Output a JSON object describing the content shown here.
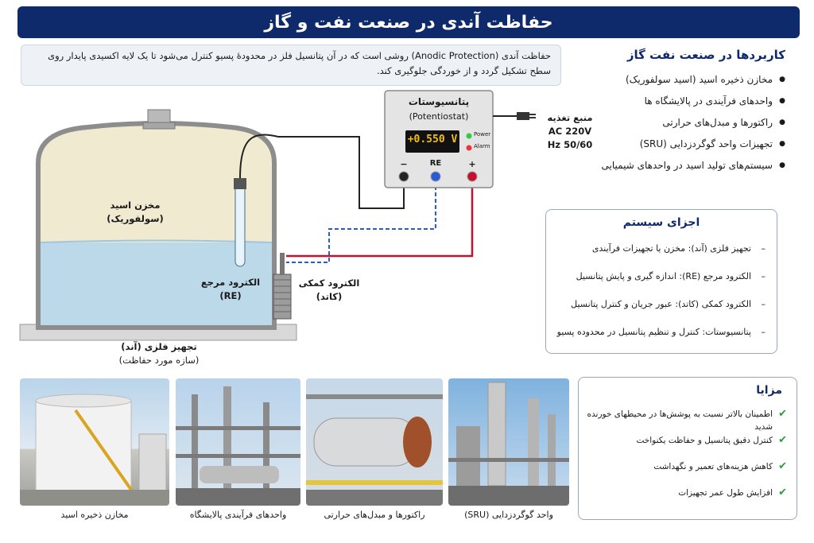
{
  "title": "حفاظت آندی در صنعت نفت و گاز",
  "definition": "حفاظت آندی (Anodic Protection) روشی است که در آن پتانسیل فلز در محدودهٔ پسیو کنترل می‌شود تا یک لایه اکسیدی پایدار روی سطح تشکیل گردد و از خوردگی جلوگیری کند.",
  "applications": {
    "title": "کاربردها در صنعت نفت گاز",
    "items": [
      "مخازن ذخیره اسید (اسید سولفوریک)",
      "واحدهای فرآیندی در پالایشگاه ها",
      "راکتورها و مبدل‌های حرارتی",
      "تجهیزات واحد گوگردزدایی (SRU)",
      "سیستم‌های تولید اسید در واحدهای شیمیایی"
    ]
  },
  "potentiostat": {
    "title": "پتانسیوستات",
    "subtitle": "(Potentiostat)",
    "reading": "+0.550 V",
    "power_label": "Power",
    "alarm_label": "Alarm",
    "terminal_minus": "−",
    "terminal_re": "RE",
    "terminal_plus": "+"
  },
  "power_supply": {
    "line1": "منبع تغذیه",
    "line2": "AC 220V",
    "line3": "50/60 Hz"
  },
  "tank": {
    "line1": "مخزن اسید",
    "line2": "(سولفوریک)"
  },
  "reference_electrode": {
    "line1": "الکترود مرجع",
    "line2": "(RE)"
  },
  "counter_electrode": {
    "line1": "الکترود کمکی",
    "line2": "(کاتد)"
  },
  "metal_equipment": {
    "line1": "تجهیز فلزی (آند)",
    "line2": "(سازه مورد حفاظت)"
  },
  "components": {
    "title": "اجزای سیستم",
    "items": [
      "تجهیز فلزی (آند): مخزن یا تجهیزات فرآیندی",
      "الکترود مرجع (RE): اندازه گیری و پایش پتانسیل",
      "الکترود کمکی (کاتد): عبور جریان و کنترل پتانسیل",
      "پتانسیوستات: کنترل و تنظیم پتانسیل در محدوده پسیو"
    ]
  },
  "benefits": {
    "title": "مزایا",
    "items": [
      "اطمینان بالاتر نسبت به پوشش‌ها در محیطهای خورنده شدید",
      "کنترل دقیق پتانسیل و حفاظت یکنواخت",
      "کاهش هزینه‌های تعمیر و نگهداشت",
      "افزایش طول عمر تجهیزات"
    ]
  },
  "photos": {
    "caption1": "مخازن ذخیره اسید",
    "caption2": "واحدهای فرآیندی پالایشگاه",
    "caption3": "راکتورها و مبدل‌های حرارتی",
    "caption4": "واحد گوگردزدایی (SRU)"
  },
  "colors": {
    "title_bg": "#0f2a6b",
    "acid_fill": "#bcd9ea",
    "vapor_fill": "#f0ead0",
    "plus_wire": "#c8102e",
    "re_wire": "#2a5bd7",
    "check": "#2f9a3a"
  }
}
